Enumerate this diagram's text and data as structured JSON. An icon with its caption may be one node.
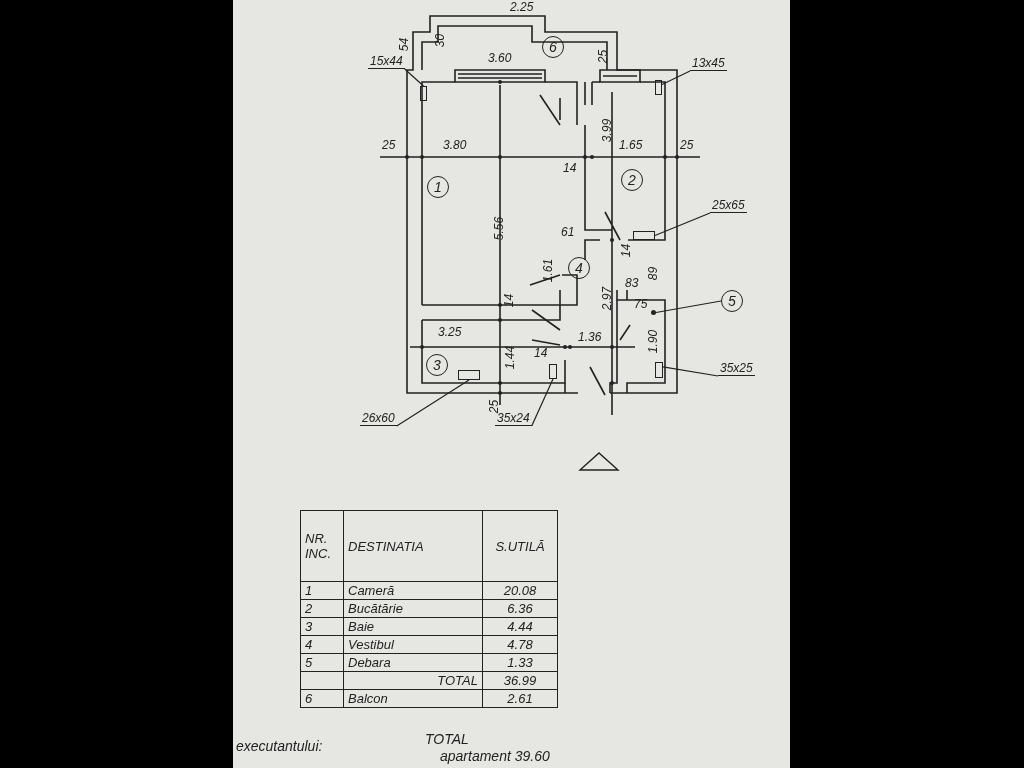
{
  "diagram": {
    "nodes": [
      {
        "text": [
          "15x44"
        ]
      },
      {
        "text": [],
        "shape": "box"
      },
      {
        "text": [
          "13x45"
        ]
      },
      {
        "text": [],
        "shape": "box"
      },
      {
        "text": [
          "25x65"
        ]
      },
      {
        "text": [],
        "shape": "box"
      },
      {
        "text": [
          "5"
        ]
      },
      {
        "text": [
          "35x25"
        ]
      },
      {
        "text": [],
        "shape": "box"
      },
      {
        "text": [
          "26x60"
        ]
      },
      {
        "text": [],
        "shape": "box"
      },
      {
        "text": [
          "35x24"
        ]
      },
      {
        "text": [],
        "shape": "box"
      },
      {
        "text": [
          "6"
        ]
      },
      {
        "text": [
          "1"
        ]
      },
      {
        "text": [
          "2"
        ]
      },
      {
        "text": [
          "4"
        ]
      },
      {
        "text": [
          "3"
        ]
      },
      {
        "text": [],
        "shape": "circle"
      }
    ],
    "edges": [
      {
        "from": 0,
        "to": 1,
        "arrow": "none"
      },
      {
        "from": 2,
        "to": 3,
        "arrow": "none"
      },
      {
        "from": 4,
        "to": 5,
        "arrow": "none"
      },
      {
        "from": 6,
        "to": 18,
        "arrow": "none"
      },
      {
        "from": 7,
        "to": 8,
        "arrow": "none"
      },
      {
        "from": 9,
        "to": 10,
        "arrow": "none"
      },
      {
        "from": 11,
        "to": 12,
        "arrow": "none"
      }
    ],
    "labels": [
      "2.25",
      "30",
      "3.60",
      "25",
      "54",
      "3.99",
      "25",
      "3.80",
      "14",
      "1.65",
      "25",
      "5.56",
      "61",
      "14",
      "1.61",
      "83",
      "89",
      "2.97",
      "14",
      "75",
      "3.25",
      "1.36",
      "1.90",
      "1.44",
      "14",
      "25",
      "NR. INC.",
      "DESTINATIA",
      "S.UTILĂ",
      "1",
      "Cameră",
      "20.08",
      "2",
      "Bucătărie",
      "6.36",
      "3",
      "Baie",
      "4.44",
      "4",
      "Vestibul",
      "4.78",
      "5",
      "Debara",
      "1.33",
      "TOTAL",
      "36.99",
      "6",
      "Balcon",
      "2.61",
      "executantului:",
      "TOTAL",
      "apartament 39.60"
    ]
  }
}
